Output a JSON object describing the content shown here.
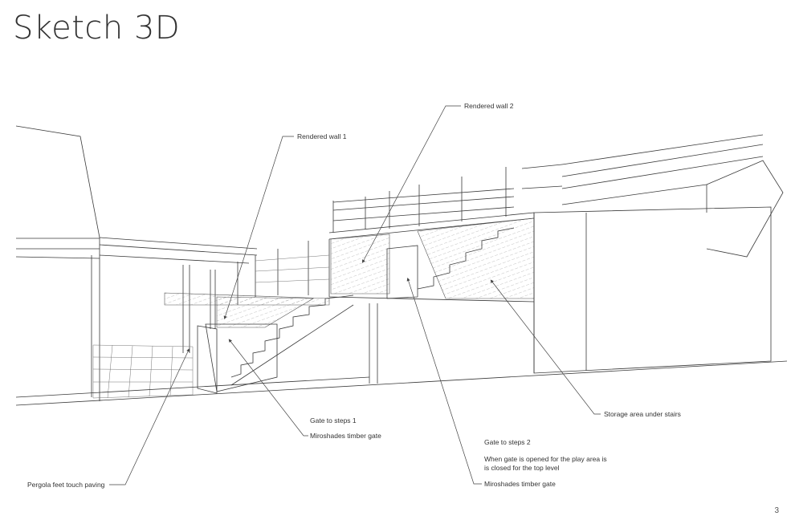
{
  "title": "Sketch 3D",
  "page_number": "3",
  "labels": {
    "rendered_wall_1": "Rendered wall 1",
    "rendered_wall_2": "Rendered wall 2",
    "storage_area": "Storage area under stairs",
    "gate_steps_1": "Gate to steps 1",
    "miroshades_gate_1": "Miroshades timber gate",
    "gate_steps_2": "Gate to steps 2",
    "gate_note": "When gate is opened for the play area is is closed for the top level",
    "miroshades_gate_2": "Miroshades timber gate",
    "pergola_feet": "Pergola feet touch paving"
  }
}
